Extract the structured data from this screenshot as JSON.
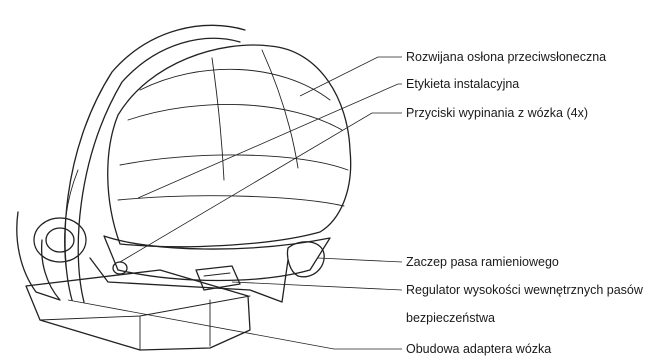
{
  "callouts": [
    {
      "id": "sun-canopy",
      "text": "Rozwijana osłona przeciwsłoneczna"
    },
    {
      "id": "install-label",
      "text": "Etykieta instalacyjna"
    },
    {
      "id": "release-buttons",
      "text": "Przyciski wypinania z wózka (4x)"
    },
    {
      "id": "shoulder-belt-hook",
      "text": "Zaczep pasa ramieniowego"
    },
    {
      "id": "harness-height-adjuster",
      "text": "Regulator wysokości wewnętrznych pasów",
      "text2": "bezpieczeństwa"
    },
    {
      "id": "adapter-housing",
      "text": "Obudowa adaptera wózka"
    }
  ]
}
